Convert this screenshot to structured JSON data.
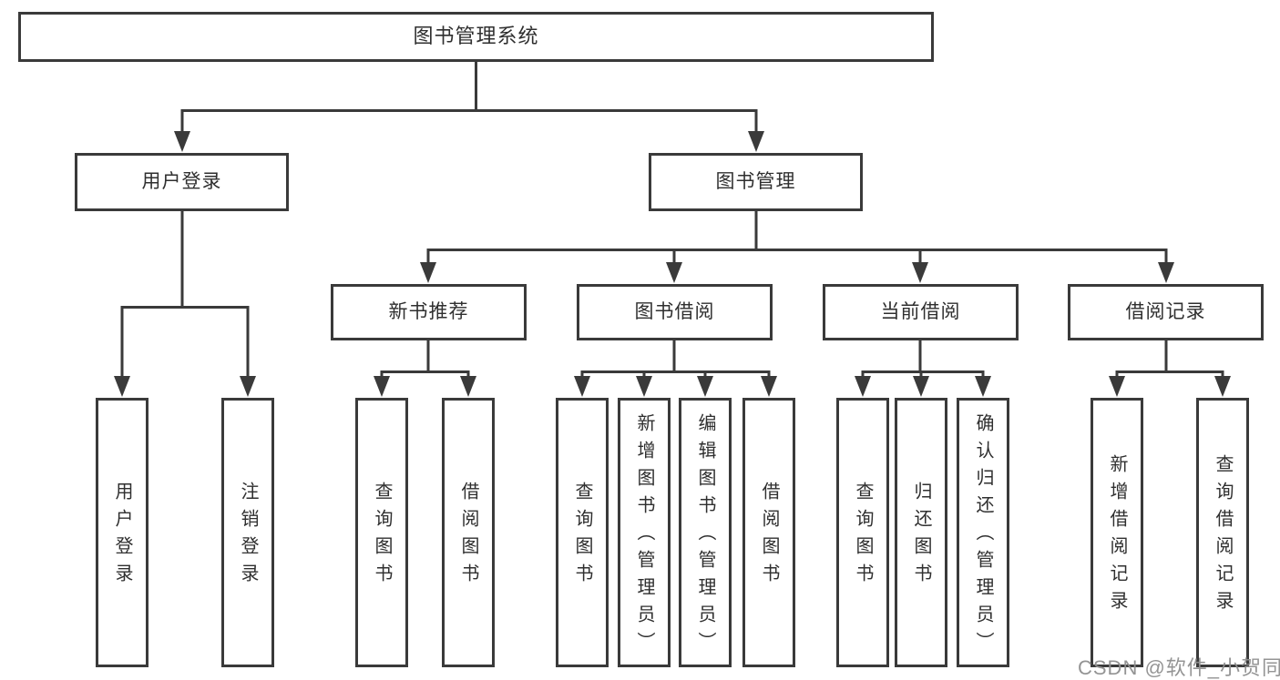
{
  "diagram": {
    "root": {
      "label": "图书管理系统"
    },
    "branches": [
      {
        "label": "用户登录",
        "children": [
          {
            "label": "用户登录"
          },
          {
            "label": "注销登录"
          }
        ]
      },
      {
        "label": "图书管理",
        "groups": [
          {
            "label": "新书推荐",
            "children": [
              {
                "label": "查询图书"
              },
              {
                "label": "借阅图书"
              }
            ]
          },
          {
            "label": "图书借阅",
            "children": [
              {
                "label": "查询图书"
              },
              {
                "label": "新增图书（管理员）"
              },
              {
                "label": "编辑图书（管理员）"
              },
              {
                "label": "借阅图书"
              }
            ]
          },
          {
            "label": "当前借阅",
            "children": [
              {
                "label": "查询图书"
              },
              {
                "label": "归还图书"
              },
              {
                "label": "确认归还（管理员）"
              }
            ]
          },
          {
            "label": "借阅记录",
            "children": [
              {
                "label": "新增借阅记录"
              },
              {
                "label": "查询借阅记录"
              }
            ]
          }
        ]
      }
    ]
  },
  "watermark": {
    "text": "CSDN @软件_小贺同学"
  },
  "colors": {
    "line": "#3a3a3a",
    "text": "#2f2f2f",
    "background": "#ffffff",
    "watermark": "#8e8e8e"
  }
}
